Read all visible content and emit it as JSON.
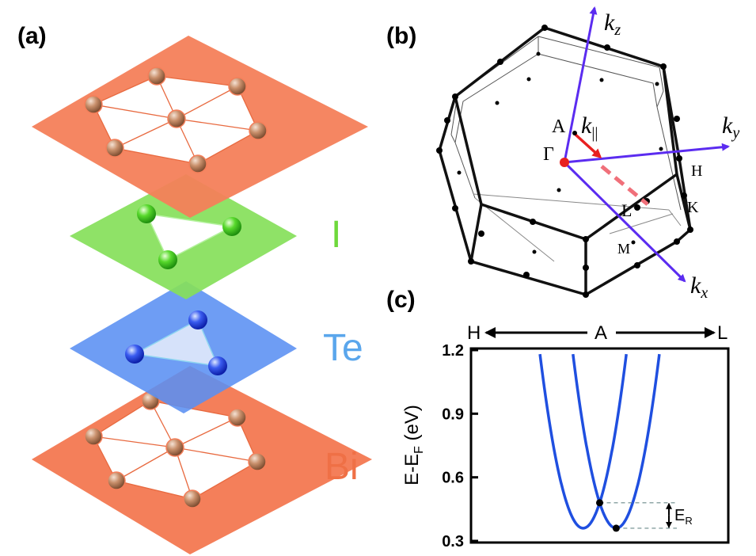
{
  "panels": {
    "a": "(a)",
    "b": "(b)",
    "c": "(c)"
  },
  "layers": {
    "top_bi_color": "#f47f5a",
    "i_color": "#86e05a",
    "te_color": "#6a9ff5",
    "bottom_bi_color": "#f47f5a"
  },
  "elements": {
    "I": {
      "label": "I",
      "color": "#6ed93b"
    },
    "Te": {
      "label": "Te",
      "color": "#5aa6ec"
    },
    "Bi": {
      "label": "Bi",
      "color": "#ef7046"
    }
  },
  "bz": {
    "kz": "k",
    "kz_sub": "z",
    "ky": "k",
    "ky_sub": "y",
    "kx": "k",
    "kx_sub": "x",
    "kpar": "k",
    "kpar_sub": "||",
    "points": {
      "A": "A",
      "Gamma": "Γ",
      "H": "H",
      "K": "K",
      "L": "L",
      "M": "M"
    },
    "vector_color": "#5b2cf0",
    "kpar_color": "#e82020"
  },
  "chart_data": {
    "type": "line",
    "path_labels": [
      "H",
      "A",
      "L"
    ],
    "ylabel": "E-E",
    "ylabel_sub": "F",
    "ylabel_unit": " (eV)",
    "yticks": [
      "1.2",
      "0.9",
      "0.6",
      "0.3"
    ],
    "ytick_values": [
      1.2,
      0.9,
      0.6,
      0.3
    ],
    "ylim": [
      0.3,
      1.2
    ],
    "xlim": [
      -1,
      1
    ],
    "series": [
      {
        "shift": -0.13,
        "min_energy": 0.36
      },
      {
        "shift": 0.13,
        "min_energy": 0.36
      }
    ],
    "line_color": "#1f4fe0",
    "crossing_energy": 0.48,
    "band_minimum": 0.36,
    "annotation": "E",
    "annotation_sub": "R"
  }
}
